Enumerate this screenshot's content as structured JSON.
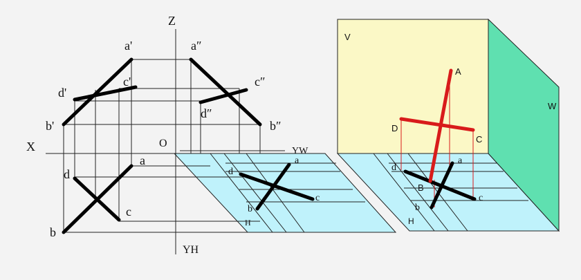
{
  "colors": {
    "background": "#f3f3f3",
    "h_plane_fill": "#bff2fb",
    "v_plane_fill": "#fbf8c6",
    "w_plane_fill": "#5fe0b0",
    "thin_line": "#111111",
    "thick_line": "#000000",
    "red_line": "#d81b1b"
  },
  "left_diagram": {
    "axis_labels": {
      "x": "X",
      "z": "Z",
      "origin": "O",
      "yh": "YH",
      "yw": "YW"
    },
    "front_view_labels": {
      "a": "a'",
      "b": "b'",
      "c": "c'",
      "d": "d'"
    },
    "side_view_labels": {
      "a": "a″",
      "b": "b″",
      "c": "c″",
      "d": "d″"
    },
    "top_view_labels": {
      "a": "a",
      "b": "b",
      "c": "c",
      "d": "d"
    },
    "plane_labels": {
      "a": "a",
      "b": "b",
      "c": "c",
      "d": "d",
      "h": "H"
    }
  },
  "right_diagram": {
    "plane_labels": {
      "v": "V",
      "w": "W",
      "h": "H"
    },
    "space_point_labels": {
      "a": "A",
      "b": "B",
      "c": "C",
      "d": "D"
    },
    "projection_labels": {
      "a": "a",
      "b": "b",
      "c": "c",
      "d": "d"
    }
  }
}
